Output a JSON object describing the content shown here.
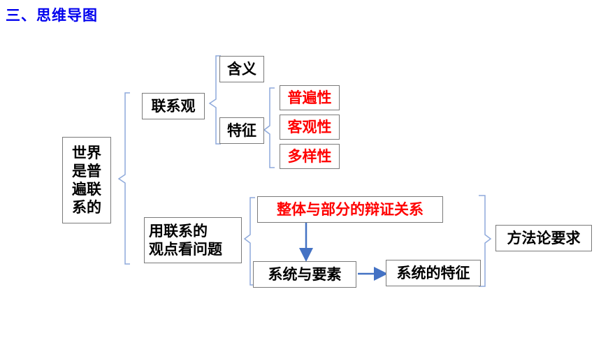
{
  "title": "三、思维导图",
  "nodes": {
    "root": "世界\n是普\n遍联\n系的",
    "lianxi_guan": "联系观",
    "hanyi": "含义",
    "tezheng": "特征",
    "pubianxing": "普遍性",
    "keguanxing": "客观性",
    "duoyangxing": "多样性",
    "yong_lianxi": "用联系的\n观点看问题",
    "zhengti_bufen": "整体与部分的辩证关系",
    "xitong_yaosu": "系统与要素",
    "xitong_tezheng": "系统的特征",
    "fangfalun": "方法论要求"
  },
  "colors": {
    "title": "#0000ee",
    "highlight": "#ff0000",
    "bracket": "#8ea9db",
    "arrow": "#4472c4"
  }
}
